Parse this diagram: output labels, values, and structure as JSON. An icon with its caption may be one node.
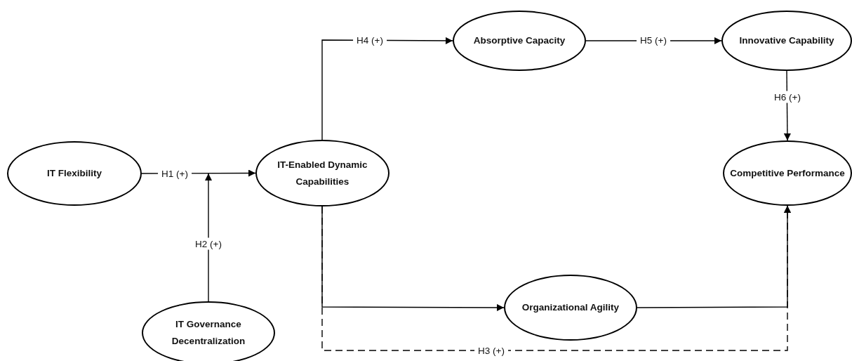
{
  "diagram": {
    "nodes": [
      {
        "text": [
          "IT Flexibility"
        ]
      },
      {
        "text": [
          "IT-Enabled Dynamic Capabilities"
        ]
      },
      {
        "text": [
          "IT Governance Decentralization"
        ]
      },
      {
        "text": [
          "Absorptive Capacity"
        ]
      },
      {
        "text": [
          "Innovative Capability"
        ]
      },
      {
        "text": [
          "Competitive Performance"
        ]
      },
      {
        "text": [
          "Organizational Agility"
        ]
      }
    ],
    "edges": [
      {
        "from": 0,
        "to": 1,
        "arrow": "to",
        "label": "H1 (+)"
      },
      {
        "from": 2,
        "to": null,
        "arrow": "to",
        "label": "H2 (+)"
      },
      {
        "from": 1,
        "to": 3,
        "arrow": "to",
        "label": "H4 (+)"
      },
      {
        "from": 3,
        "to": 4,
        "arrow": "to",
        "label": "H5 (+)"
      },
      {
        "from": 4,
        "to": 5,
        "arrow": "to",
        "label": "H6 (+)"
      },
      {
        "from": 1,
        "to": 6,
        "arrow": "to"
      },
      {
        "from": 6,
        "to": 5,
        "arrow": "to"
      },
      {
        "from": 1,
        "to": 5,
        "arrow": "to",
        "label": "H3 (+)",
        "style": "dashed"
      }
    ]
  }
}
